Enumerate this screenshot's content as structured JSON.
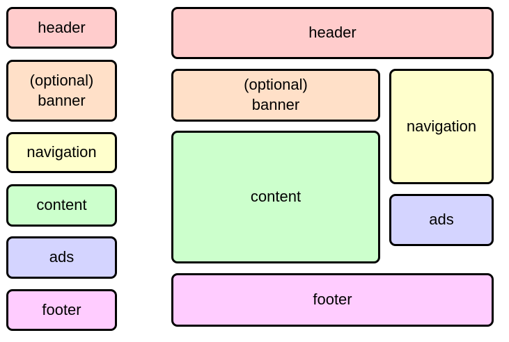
{
  "stacked": {
    "header": "header",
    "banner": "(optional)\nbanner",
    "navigation": "navigation",
    "content": "content",
    "ads": "ads",
    "footer": "footer"
  },
  "grid": {
    "header": "header",
    "banner": "(optional)\nbanner",
    "navigation": "navigation",
    "content": "content",
    "ads": "ads",
    "footer": "footer"
  },
  "colors": {
    "header": "#ffcccc",
    "banner": "#ffe0c8",
    "navigation": "#ffffcc",
    "content": "#ccffcc",
    "ads": "#d4d4ff",
    "footer": "#ffccff"
  }
}
